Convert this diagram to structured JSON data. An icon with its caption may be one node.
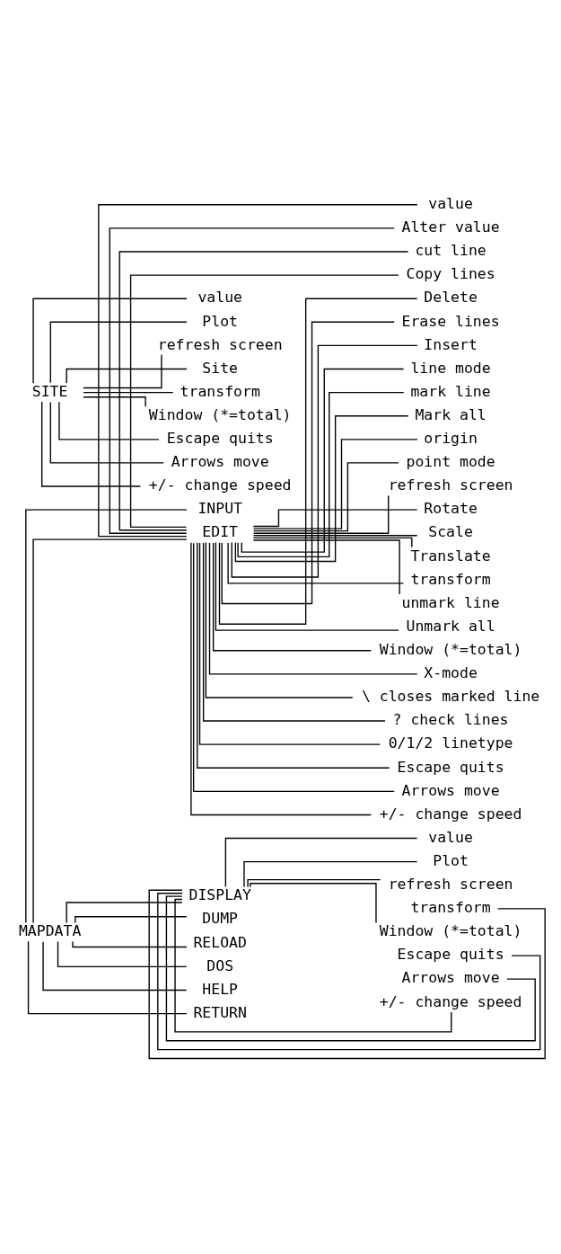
{
  "diagram": {
    "nodes": [
      {
        "text": [
          "MAPDATA"
        ]
      },
      {
        "text": [
          "INPUT"
        ]
      },
      {
        "text": [
          "EDIT"
        ]
      },
      {
        "text": [
          "value"
        ]
      },
      {
        "text": [
          "Alter value"
        ]
      },
      {
        "text": [
          "cut line"
        ]
      },
      {
        "text": [
          "Copy lines"
        ]
      },
      {
        "text": [
          "Delete"
        ]
      },
      {
        "text": [
          "Erase lines"
        ]
      },
      {
        "text": [
          "Insert"
        ]
      },
      {
        "text": [
          "line mode"
        ]
      },
      {
        "text": [
          "mark line"
        ]
      },
      {
        "text": [
          "Mark all"
        ]
      },
      {
        "text": [
          "origin"
        ]
      },
      {
        "text": [
          "point mode"
        ]
      },
      {
        "text": [
          "refresh screen"
        ]
      },
      {
        "text": [
          "Rotate"
        ]
      },
      {
        "text": [
          "Scale"
        ]
      },
      {
        "text": [
          "Translate"
        ]
      },
      {
        "text": [
          "transform"
        ]
      },
      {
        "text": [
          "unmark line"
        ]
      },
      {
        "text": [
          "Unmark all"
        ]
      },
      {
        "text": [
          "Window (*=total)"
        ]
      },
      {
        "text": [
          "X-mode"
        ]
      },
      {
        "text": [
          "\\ closes marked line"
        ]
      },
      {
        "text": [
          "? check lines"
        ]
      },
      {
        "text": [
          "0/1/2 linetype"
        ]
      },
      {
        "text": [
          "Escape quits"
        ]
      },
      {
        "text": [
          "Arrows move"
        ]
      },
      {
        "text": [
          "+/- change speed"
        ]
      },
      {
        "text": [
          "DISPLAY"
        ]
      },
      {
        "text": [
          "value"
        ]
      },
      {
        "text": [
          "Plot"
        ]
      },
      {
        "text": [
          "refresh screen"
        ]
      },
      {
        "text": [
          "transform"
        ]
      },
      {
        "text": [
          "Window (*=total)"
        ]
      },
      {
        "text": [
          "Escape quits"
        ]
      },
      {
        "text": [
          "Arrows move"
        ]
      },
      {
        "text": [
          "+/- change speed"
        ]
      },
      {
        "text": [
          "DUMP"
        ]
      },
      {
        "text": [
          "RELOAD"
        ]
      },
      {
        "text": [
          "DOS"
        ]
      },
      {
        "text": [
          "HELP"
        ]
      },
      {
        "text": [
          "RETURN"
        ]
      },
      {
        "text": [
          "SITE"
        ]
      },
      {
        "text": [
          "value"
        ]
      },
      {
        "text": [
          "Plot"
        ]
      },
      {
        "text": [
          "refresh screen"
        ]
      },
      {
        "text": [
          "Site"
        ]
      },
      {
        "text": [
          "transform"
        ]
      },
      {
        "text": [
          "Window (*=total)"
        ]
      },
      {
        "text": [
          "Escape quits"
        ]
      },
      {
        "text": [
          "Arrows move"
        ]
      },
      {
        "text": [
          "+/- change speed"
        ]
      }
    ],
    "edges": [
      {
        "from": 0,
        "to": 1,
        "arrow": "none"
      },
      {
        "from": 0,
        "to": 2,
        "arrow": "none"
      },
      {
        "from": 2,
        "to": 3,
        "arrow": "none"
      },
      {
        "from": 2,
        "to": 4,
        "arrow": "none"
      },
      {
        "from": 2,
        "to": 5,
        "arrow": "none"
      },
      {
        "from": 2,
        "to": 6,
        "arrow": "none"
      },
      {
        "from": 2,
        "to": 7,
        "arrow": "none"
      },
      {
        "from": 2,
        "to": 8,
        "arrow": "none"
      },
      {
        "from": 2,
        "to": 9,
        "arrow": "none"
      },
      {
        "from": 2,
        "to": 10,
        "arrow": "none"
      },
      {
        "from": 2,
        "to": 11,
        "arrow": "none"
      },
      {
        "from": 2,
        "to": 12,
        "arrow": "none"
      },
      {
        "from": 2,
        "to": 13,
        "arrow": "none"
      },
      {
        "from": 2,
        "to": 14,
        "arrow": "none"
      },
      {
        "from": 2,
        "to": 15,
        "arrow": "none"
      },
      {
        "from": 2,
        "to": 16,
        "arrow": "none"
      },
      {
        "from": 2,
        "to": 17,
        "arrow": "none"
      },
      {
        "from": 2,
        "to": 18,
        "arrow": "none"
      },
      {
        "from": 2,
        "to": 19,
        "arrow": "none"
      },
      {
        "from": 2,
        "to": 20,
        "arrow": "none"
      },
      {
        "from": 2,
        "to": 21,
        "arrow": "none"
      },
      {
        "from": 2,
        "to": 22,
        "arrow": "none"
      },
      {
        "from": 2,
        "to": 23,
        "arrow": "none"
      },
      {
        "from": 2,
        "to": 24,
        "arrow": "none"
      },
      {
        "from": 2,
        "to": 25,
        "arrow": "none"
      },
      {
        "from": 2,
        "to": 26,
        "arrow": "none"
      },
      {
        "from": 2,
        "to": 27,
        "arrow": "none"
      },
      {
        "from": 2,
        "to": 28,
        "arrow": "none"
      },
      {
        "from": 2,
        "to": 29,
        "arrow": "none"
      },
      {
        "from": 0,
        "to": 30,
        "arrow": "none"
      },
      {
        "from": 30,
        "to": 31,
        "arrow": "none"
      },
      {
        "from": 30,
        "to": 32,
        "arrow": "none"
      },
      {
        "from": 30,
        "to": 33,
        "arrow": "none"
      },
      {
        "from": 30,
        "to": 34,
        "arrow": "none"
      },
      {
        "from": 30,
        "to": 35,
        "arrow": "none"
      },
      {
        "from": 30,
        "to": 36,
        "arrow": "none"
      },
      {
        "from": 30,
        "to": 37,
        "arrow": "none"
      },
      {
        "from": 30,
        "to": 38,
        "arrow": "none"
      },
      {
        "from": 0,
        "to": 39,
        "arrow": "none"
      },
      {
        "from": 0,
        "to": 40,
        "arrow": "none"
      },
      {
        "from": 0,
        "to": 41,
        "arrow": "none"
      },
      {
        "from": 0,
        "to": 42,
        "arrow": "none"
      },
      {
        "from": 0,
        "to": 43,
        "arrow": "none"
      },
      {
        "from": 44,
        "to": 45,
        "arrow": "none"
      },
      {
        "from": 44,
        "to": 46,
        "arrow": "none"
      },
      {
        "from": 44,
        "to": 47,
        "arrow": "none"
      },
      {
        "from": 44,
        "to": 48,
        "arrow": "none"
      },
      {
        "from": 44,
        "to": 49,
        "arrow": "none"
      },
      {
        "from": 44,
        "to": 50,
        "arrow": "none"
      },
      {
        "from": 44,
        "to": 51,
        "arrow": "none"
      },
      {
        "from": 44,
        "to": 52,
        "arrow": "none"
      },
      {
        "from": 44,
        "to": 53,
        "arrow": "none"
      }
    ]
  }
}
